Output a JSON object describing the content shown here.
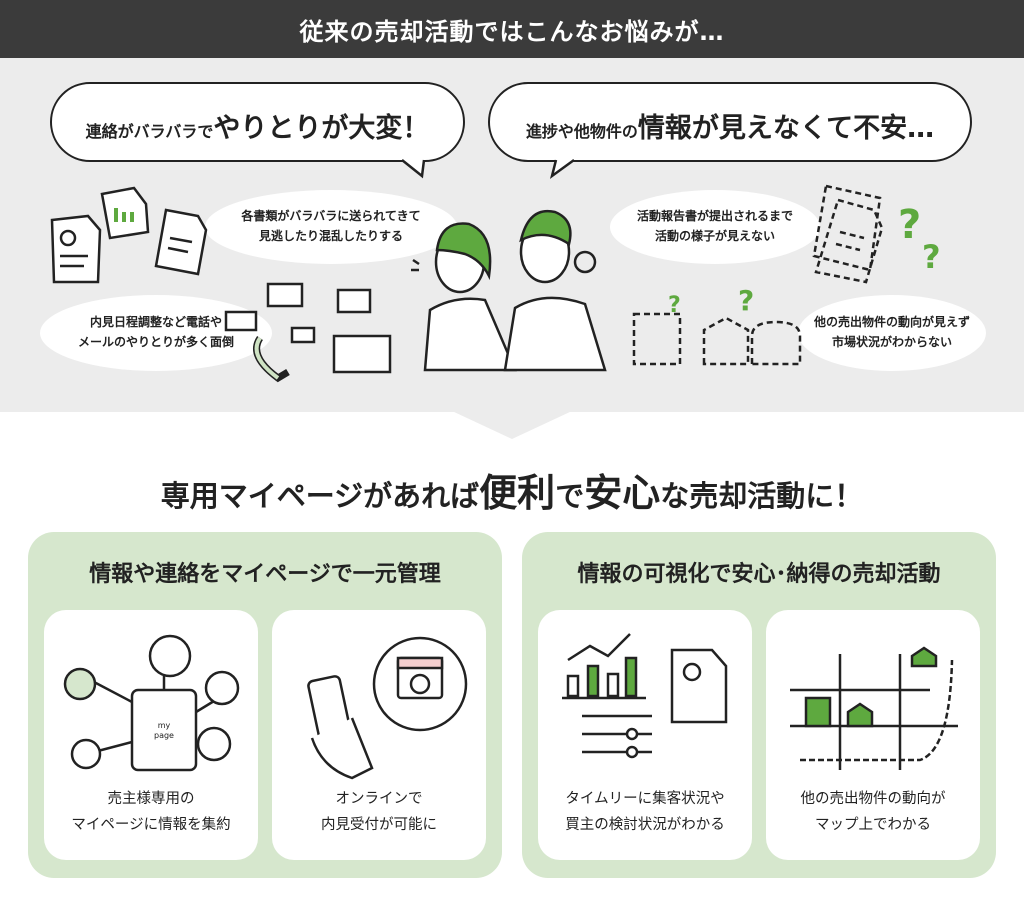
{
  "header": {
    "title": "従来の売却活動ではこんなお悩みが…"
  },
  "problems": {
    "bubble_left": {
      "small": "連絡がバラバラで",
      "large": "やりとりが大変！"
    },
    "bubble_right": {
      "small": "進捗や他物件の",
      "large": "情報が見えなくて不安…"
    },
    "notes": [
      {
        "line1": "各書類がバラバラに送られてきて",
        "line2": "見逃したり混乱したりする"
      },
      {
        "line1": "内見日程調整など電話や",
        "line2": "メールのやりとりが多く面倒"
      },
      {
        "line1": "活動報告書が提出されるまで",
        "line2": "活動の様子が見えない"
      },
      {
        "line1": "他の売出物件の動向が見えず",
        "line2": "市場状況がわからない"
      }
    ]
  },
  "headline": {
    "part1": "専用マイページがあれば",
    "part2": "便利",
    "part3": "で",
    "part4": "安心",
    "part5": "な売却活動に！"
  },
  "panels": [
    {
      "title": "情報や連絡をマイページで一元管理",
      "cards": [
        {
          "line1": "売主様専用の",
          "line2": "マイページに情報を集約",
          "icon_text": "my page"
        },
        {
          "line1": "オンラインで",
          "line2": "内見受付が可能に"
        }
      ]
    },
    {
      "title": "情報の可視化で安心･納得の売却活動",
      "cards": [
        {
          "line1": "タイムリーに集客状況や",
          "line2": "買主の検討状況がわかる"
        },
        {
          "line1": "他の売出物件の動向が",
          "line2": "マップ上でわかる"
        }
      ]
    }
  ],
  "colors": {
    "accent": "#5ea93f",
    "panel": "#d6e7cd",
    "header": "#3b3b3b",
    "gray": "#ececec"
  }
}
